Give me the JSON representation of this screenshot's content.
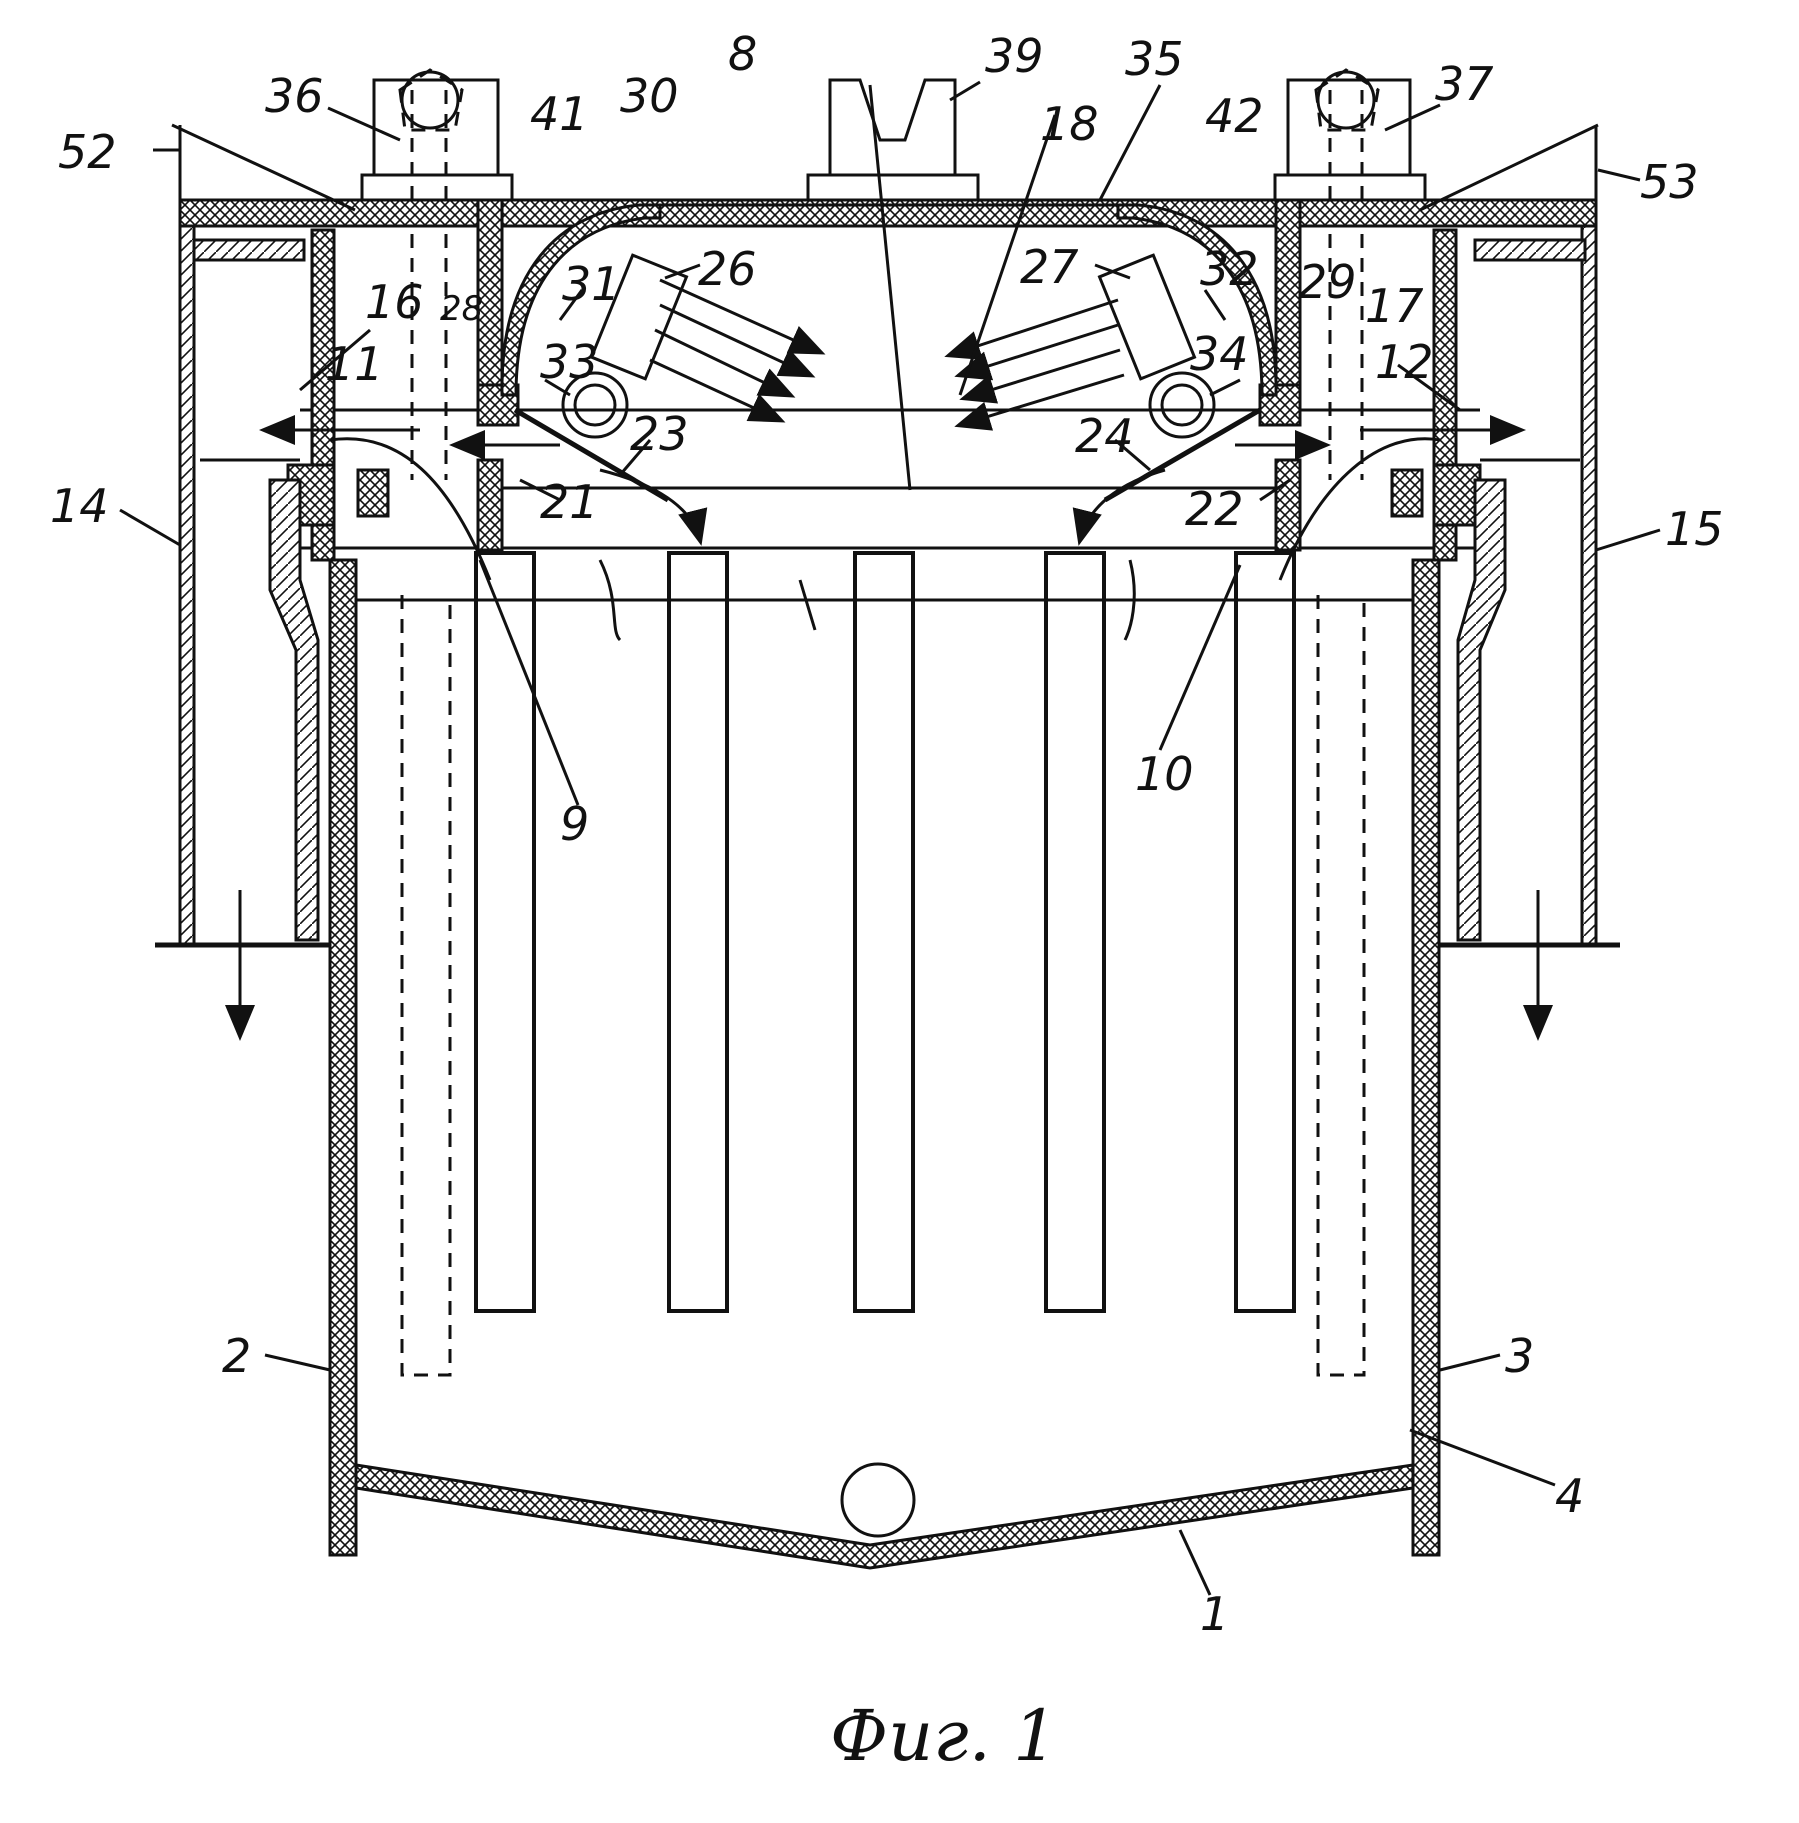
{
  "figure": {
    "caption": "Фиг. 1",
    "labels": {
      "l1": "1",
      "l2": "2",
      "l3": "3",
      "l4": "4",
      "l8": "8",
      "l9": "9",
      "l10": "10",
      "l11": "11",
      "l12": "12",
      "l14": "14",
      "l15": "15",
      "l16": "16",
      "l17": "17",
      "l18": "18",
      "l21": "21",
      "l22": "22",
      "l23": "23",
      "l24": "24",
      "l26": "26",
      "l27": "27",
      "l28": "28",
      "l29": "29",
      "l30": "30",
      "l31": "31",
      "l32": "32",
      "l33": "33",
      "l34": "34",
      "l35": "35",
      "l36": "36",
      "l37": "37",
      "l39": "39",
      "l41": "41",
      "l42": "42",
      "l52": "52",
      "l53": "53"
    }
  }
}
